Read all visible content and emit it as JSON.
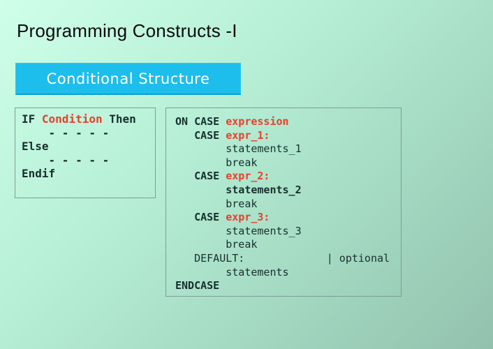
{
  "slide": {
    "title": "Programming Constructs -I",
    "banner": {
      "label": "Conditional Structure"
    }
  },
  "colors": {
    "bg_tl": "#cfffe9",
    "bg_mid": "#b6efd6",
    "bg_br": "#92c2ad",
    "banner_bg": "#1dbeec",
    "banner_text": "#ffffff",
    "code_dark": "#16302d",
    "code_red": "#e8402c",
    "box_border": "#7d9d98"
  },
  "if_box": {
    "lines": [
      [
        {
          "t": "IF ",
          "bold": true
        },
        {
          "t": "Condition",
          "red": true,
          "bold": true
        },
        {
          "t": " Then",
          "bold": true
        }
      ],
      [
        {
          "t": "    - - - - -",
          "bold": true
        }
      ],
      [
        {
          "t": "Else",
          "bold": true
        }
      ],
      [
        {
          "t": "    - - - - -",
          "bold": true
        }
      ],
      [
        {
          "t": "Endif",
          "bold": true
        }
      ]
    ]
  },
  "case_box": {
    "lines": [
      [
        {
          "t": "ON CASE ",
          "bold": true
        },
        {
          "t": "expression",
          "red": true,
          "bold": true
        }
      ],
      [
        {
          "t": "   CASE ",
          "bold": true
        },
        {
          "t": "expr_1:",
          "red": true,
          "bold": true
        }
      ],
      [
        {
          "t": "        statements_1"
        }
      ],
      [
        {
          "t": "        break"
        }
      ],
      [
        {
          "t": "   CASE ",
          "bold": true
        },
        {
          "t": "expr_2:",
          "red": true,
          "bold": true
        }
      ],
      [
        {
          "t": "        statements_2",
          "bold": true
        }
      ],
      [
        {
          "t": "        break"
        }
      ],
      [
        {
          "t": "   CASE ",
          "bold": true
        },
        {
          "t": "expr_3:",
          "red": true,
          "bold": true
        }
      ],
      [
        {
          "t": "        statements_3"
        }
      ],
      [
        {
          "t": "        break"
        }
      ],
      [
        {
          "t": "   DEFAULT:             | optional"
        }
      ],
      [
        {
          "t": "        statements"
        }
      ],
      [
        {
          "t": "ENDCASE",
          "bold": true
        }
      ]
    ]
  }
}
